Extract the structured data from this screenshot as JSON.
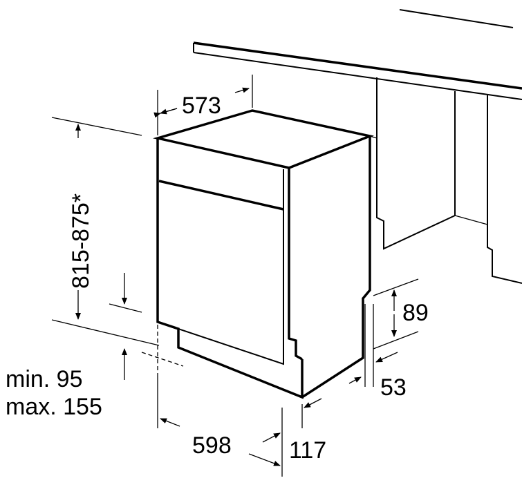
{
  "diagram": {
    "labels": {
      "depth": "573",
      "height": "815-875*",
      "plinth_height": "89",
      "plinth_depth": "53",
      "min_gap": "min. 95",
      "max_gap": "max. 155",
      "width": "598",
      "plinth_offset": "117"
    }
  }
}
